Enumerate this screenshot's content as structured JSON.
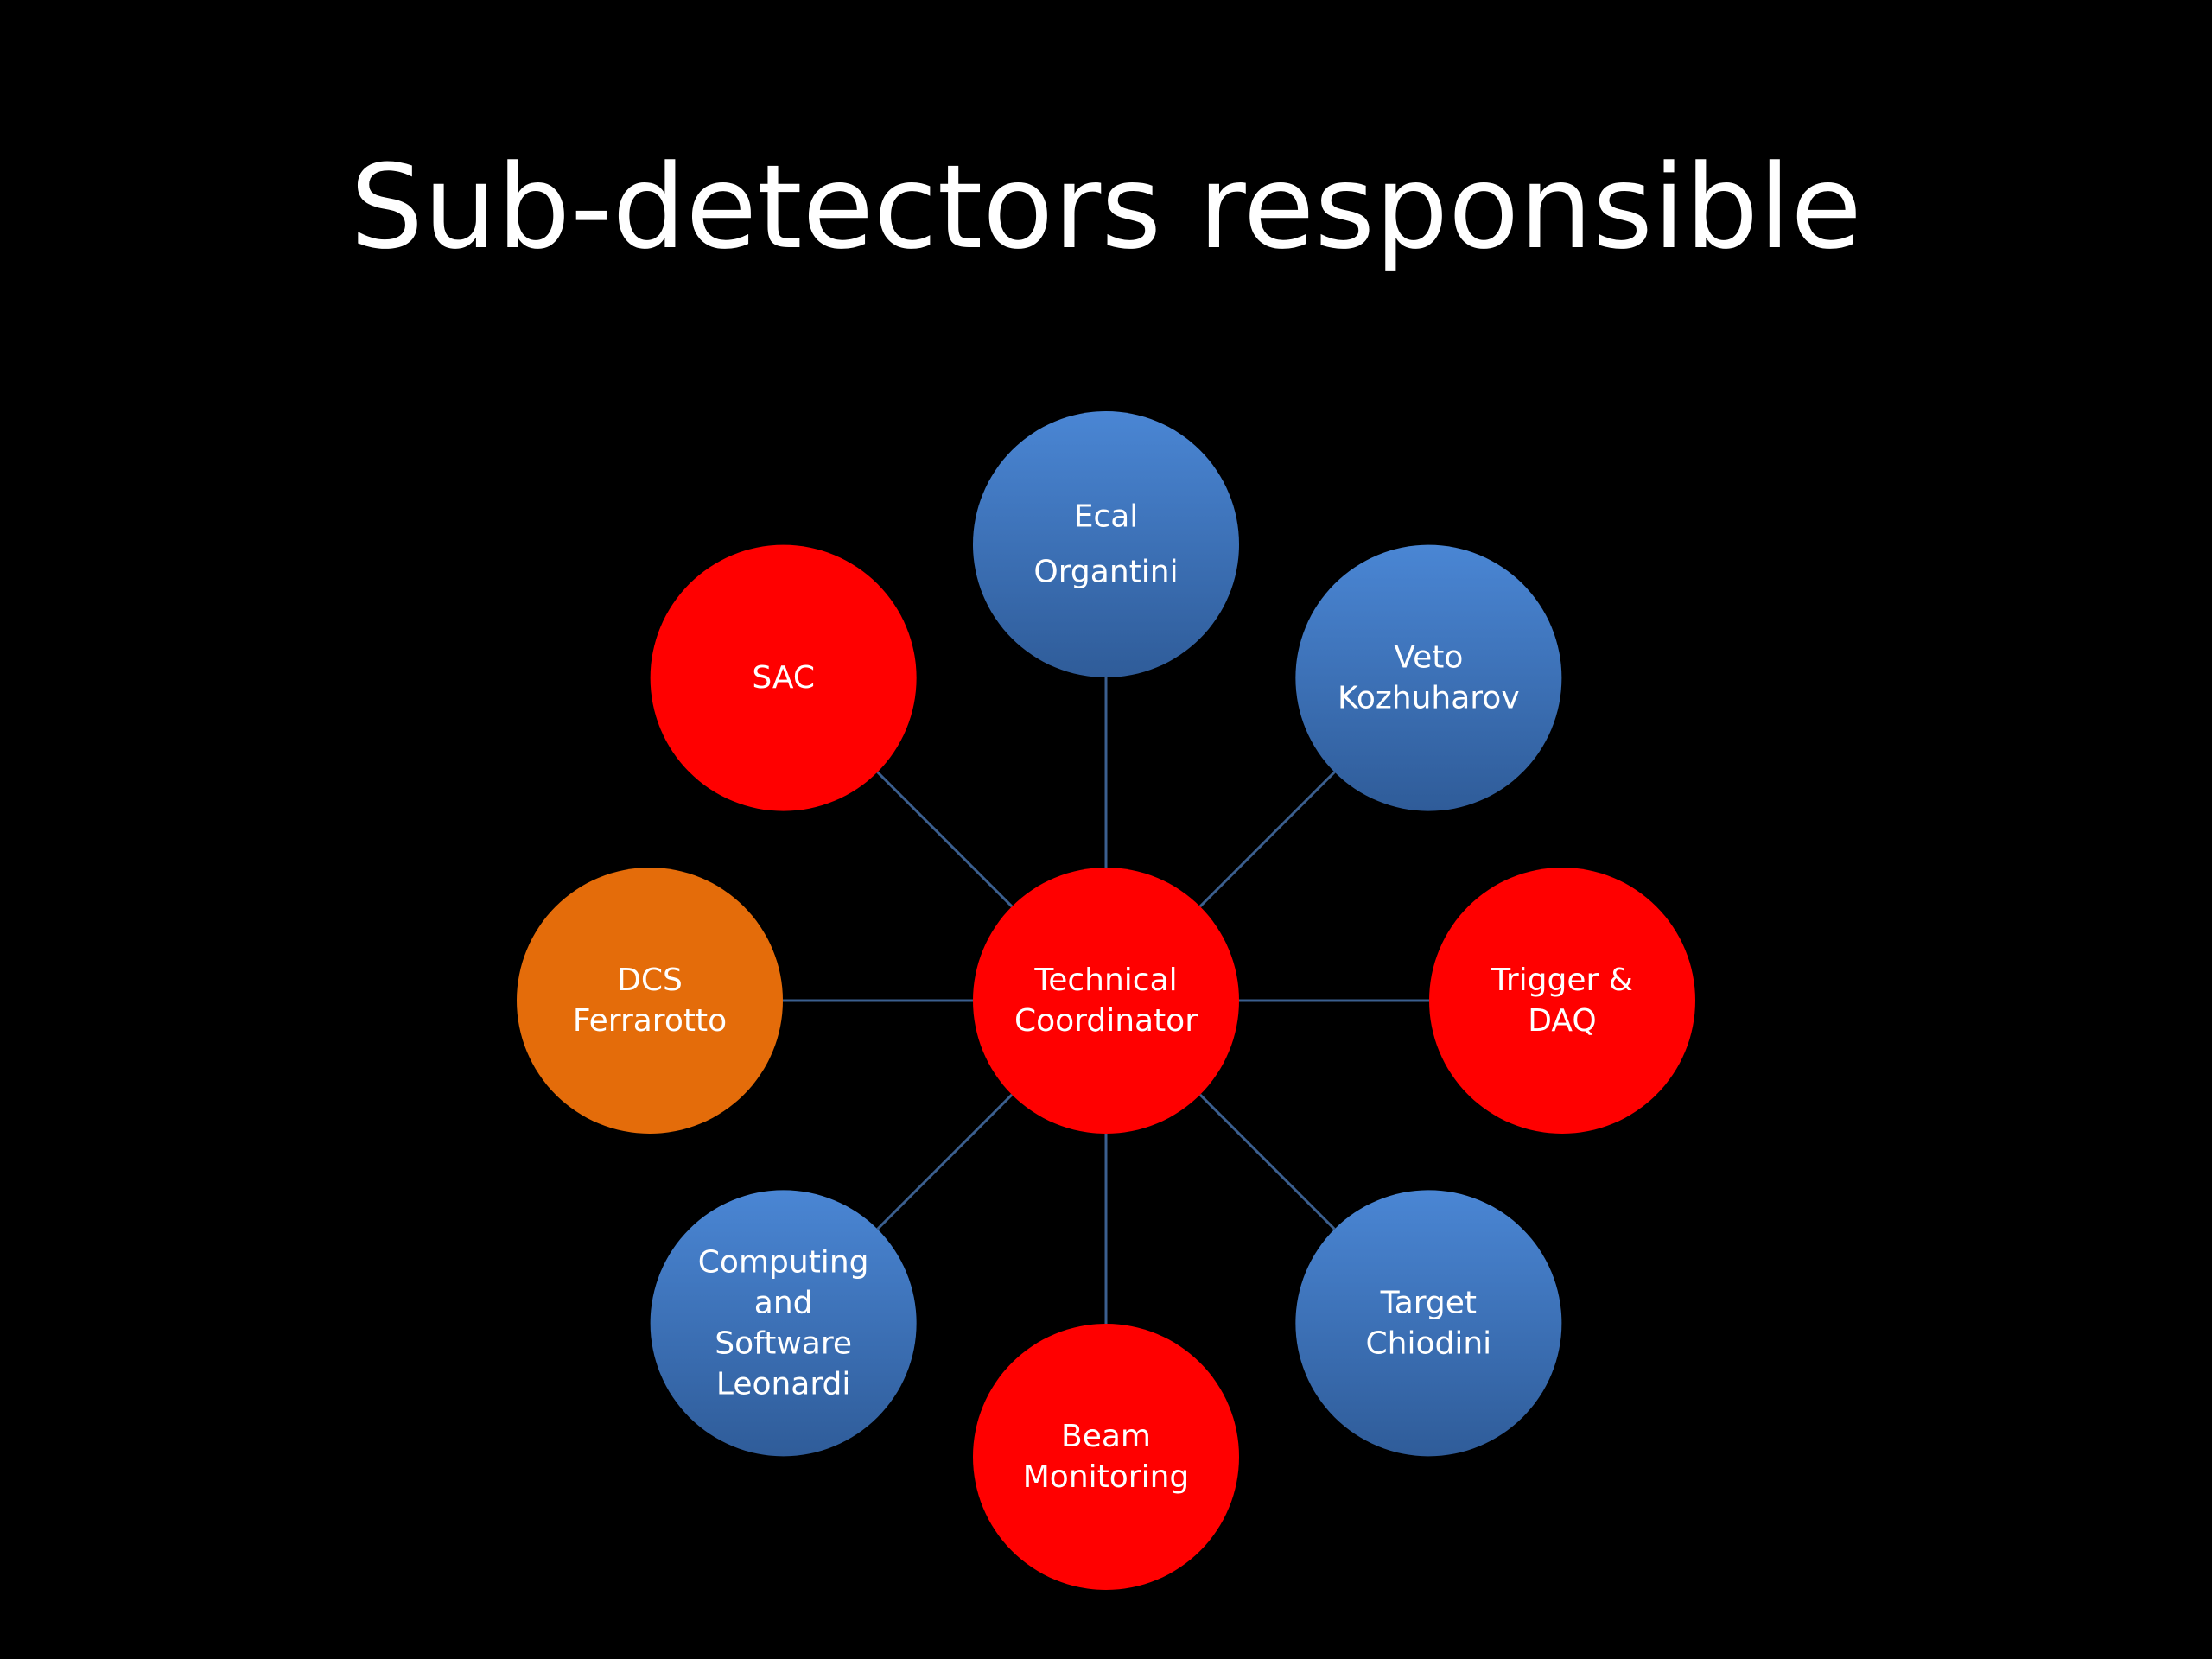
{
  "slide": {
    "title": "Sub-detectors responsible"
  },
  "colors": {
    "background": "#000000",
    "blue_light": "#4a86d4",
    "blue_dark": "#2f5c99",
    "red": "#ff0000",
    "orange": "#e46c0a",
    "connector": "#3b5f8f",
    "text": "#ffffff"
  },
  "diagram": {
    "center": {
      "id": "technical-coordinator",
      "color": "red",
      "lines": [
        "Technical",
        "Coordinator"
      ]
    },
    "satellites": [
      {
        "id": "ecal",
        "color": "blue",
        "lines": [
          "Ecal",
          "Organtini"
        ],
        "loose": true
      },
      {
        "id": "veto",
        "color": "blue",
        "lines": [
          "Veto",
          "Kozhuharov"
        ]
      },
      {
        "id": "trigger-daq",
        "color": "red",
        "lines": [
          "Trigger &",
          "DAQ"
        ]
      },
      {
        "id": "target",
        "color": "blue",
        "lines": [
          "Target",
          "Chiodini"
        ]
      },
      {
        "id": "beam-monitoring",
        "color": "red",
        "lines": [
          "Beam",
          "Monitoring"
        ]
      },
      {
        "id": "computing-software",
        "color": "blue",
        "lines": [
          "Computing",
          "and",
          "Software",
          "Leonardi"
        ]
      },
      {
        "id": "dcs",
        "color": "orange",
        "lines": [
          "DCS",
          "Ferrarotto"
        ]
      },
      {
        "id": "sac",
        "color": "red",
        "lines": [
          "SAC"
        ]
      }
    ]
  }
}
